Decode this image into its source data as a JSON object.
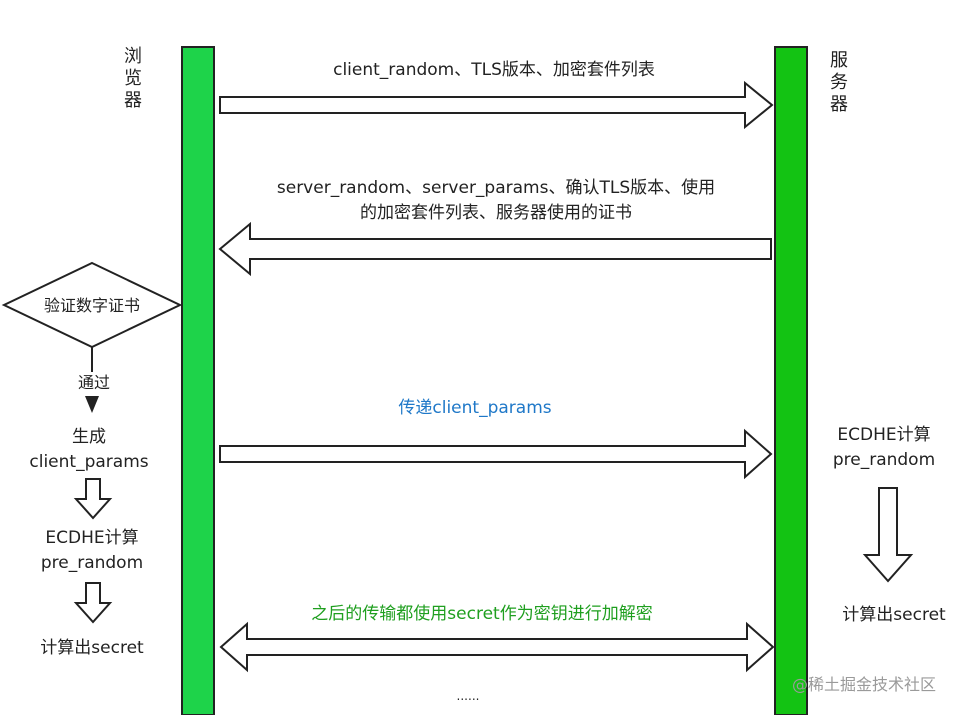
{
  "participants": {
    "browser": {
      "label": "浏览器",
      "bar_color": "#1ed34a"
    },
    "server": {
      "label": "服务器",
      "bar_color": "#13c313"
    }
  },
  "messages": [
    {
      "text": "client_random、TLS版本、加密套件列表",
      "direction": "right",
      "color": "#222222"
    },
    {
      "text_lines": [
        "server_random、server_params、确认TLS版本、使用",
        "的加密套件列表、服务器使用的证书"
      ],
      "direction": "left",
      "color": "#222222"
    },
    {
      "text": "传递client_params",
      "direction": "right",
      "color": "#1f78c8"
    },
    {
      "text": "之后的传输都使用secret作为密钥进行加解密",
      "direction": "both",
      "color": "#1f9f1f"
    }
  ],
  "browser_steps": {
    "decision": "验证数字证书",
    "pass_label": "通过",
    "generate_lines": [
      "生成",
      "client_params"
    ],
    "compute_lines": [
      "ECDHE计算",
      "pre_random"
    ],
    "result": "计算出secret"
  },
  "server_steps": {
    "compute_lines": [
      "ECDHE计算",
      "pre_random"
    ],
    "result": "计算出secret"
  },
  "ellipsis": "......",
  "watermark": "@稀土掘金技术社区"
}
